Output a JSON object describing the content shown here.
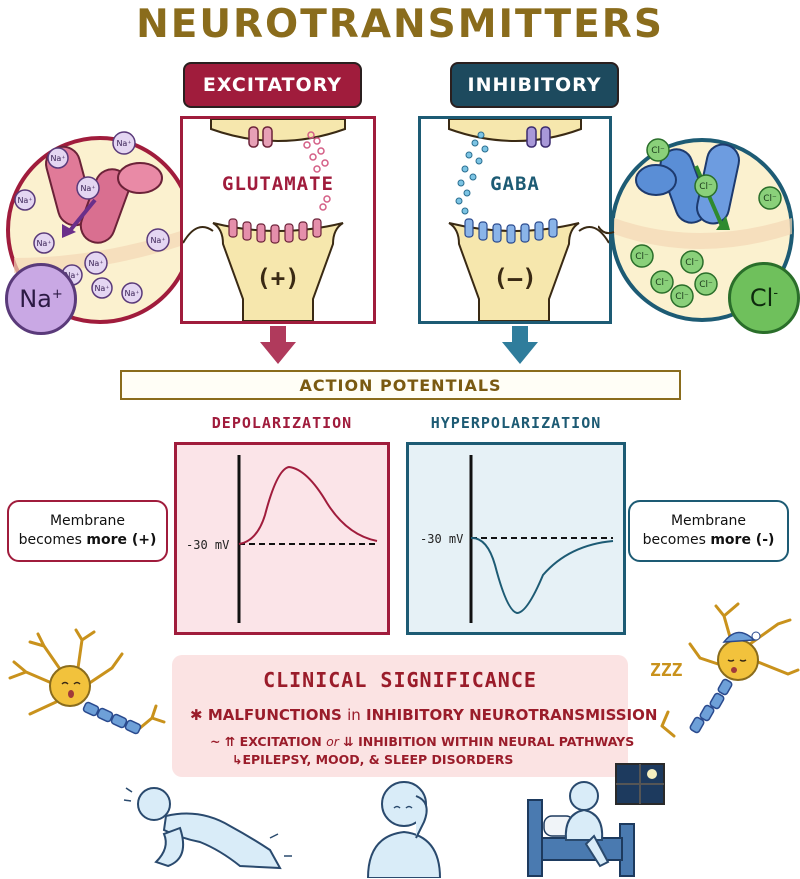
{
  "title": "NEUROTRANSMITTERS",
  "excitatory": {
    "label": "EXCITATORY",
    "transmitter": "GLUTAMATE",
    "sign": "(+)",
    "ion": "Na",
    "ion_charge": "+",
    "color": "#a01c3c"
  },
  "inhibitory": {
    "label": "INHIBITORY",
    "transmitter": "GABA",
    "sign": "(–)",
    "ion": "Cl",
    "ion_charge": "-",
    "color": "#1d5b74"
  },
  "action_potentials": {
    "label": "ACTION POTENTIALS",
    "depolarization": "DEPOLARIZATION",
    "hyperpolarization": "HYPERPOLARIZATION",
    "threshold_label": "-30 mV"
  },
  "membrane_left": {
    "line1": "Membrane",
    "line2_pre": "becomes ",
    "line2_bold": "more (+)"
  },
  "membrane_right": {
    "line1": "Membrane",
    "line2_pre": "becomes ",
    "line2_bold": "more (-)"
  },
  "clinical": {
    "title": "CLINICAL SIGNIFICANCE",
    "bullet_marker": "✱",
    "line1_a": "MALFUNCTIONS",
    "line1_b": "in",
    "line1_c": "INHIBITORY NEUROTRANSMISSION",
    "line2_prefix": "~",
    "line2_a": "⇈ EXCITATION",
    "line2_b": "or",
    "line2_c": "⇊ INHIBITION WITHIN NEURAL PATHWAYS",
    "line3": "↳EPILEPSY, MOOD, & SLEEP DISORDERS"
  },
  "sleep_text": "ZZZ",
  "icons": [
    "sodium-ion-icon",
    "chloride-ion-icon",
    "neuron-icon",
    "sleeping-neuron-icon",
    "person-seizure-icon",
    "person-headache-icon",
    "person-insomnia-icon",
    "arrow-down-icon"
  ]
}
